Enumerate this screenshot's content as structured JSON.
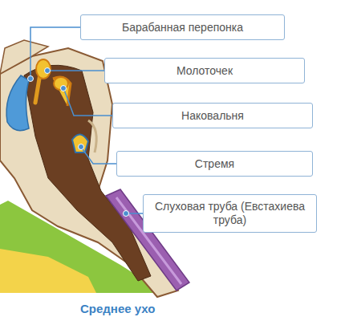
{
  "diagram": {
    "caption": "Среднее ухо",
    "nodes": [
      {
        "text": [
          "Барабанная перепонка"
        ]
      },
      {
        "text": [
          "Молоточек"
        ]
      },
      {
        "text": [
          "Наковальня"
        ]
      },
      {
        "text": [
          "Стремя"
        ]
      },
      {
        "text": [
          "Слуховая труба (Евстахиева труба)"
        ]
      }
    ]
  }
}
